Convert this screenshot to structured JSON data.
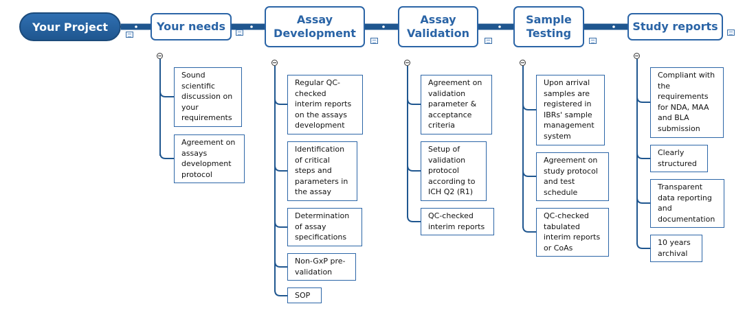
{
  "root": {
    "label": "Your Project"
  },
  "topics": [
    {
      "id": "your-needs",
      "label": "Your needs",
      "items": [
        "Sound scientific discussion on your requirements",
        "Agreement on assays development protocol"
      ]
    },
    {
      "id": "assay-development",
      "label": "Assay Development",
      "items": [
        "Regular QC-checked interim reports on the assays development",
        "Identification of critical steps and parameters in the assay",
        "Determination of assay specifications",
        "Non-GxP pre-validation",
        "SOP"
      ]
    },
    {
      "id": "assay-validation",
      "label": "Assay Validation",
      "items": [
        "Agreement on validation parameter & acceptance criteria",
        "Setup of validation protocol according to ICH Q2 (R1)",
        "QC-checked interim reports"
      ]
    },
    {
      "id": "sample-testing",
      "label": "Sample Testing",
      "items": [
        "Upon arrival samples are registered in IBRs' sample management system",
        "Agreement on study protocol and test schedule",
        "QC-checked tabulated interim reports or CoAs"
      ]
    },
    {
      "id": "study-reports",
      "label": "Study reports",
      "items": [
        "Compliant with the requirements for NDA, MAA and BLA submission",
        "Clearly structured",
        "Transparent data reporting and documentation",
        "10 years archival"
      ]
    }
  ],
  "colors": {
    "primary": "#2a64a6",
    "root_fill": "#1f568f",
    "connector": "#1f568f"
  },
  "icons": {
    "note": "note-icon",
    "collapse": "collapse-minus-icon"
  }
}
